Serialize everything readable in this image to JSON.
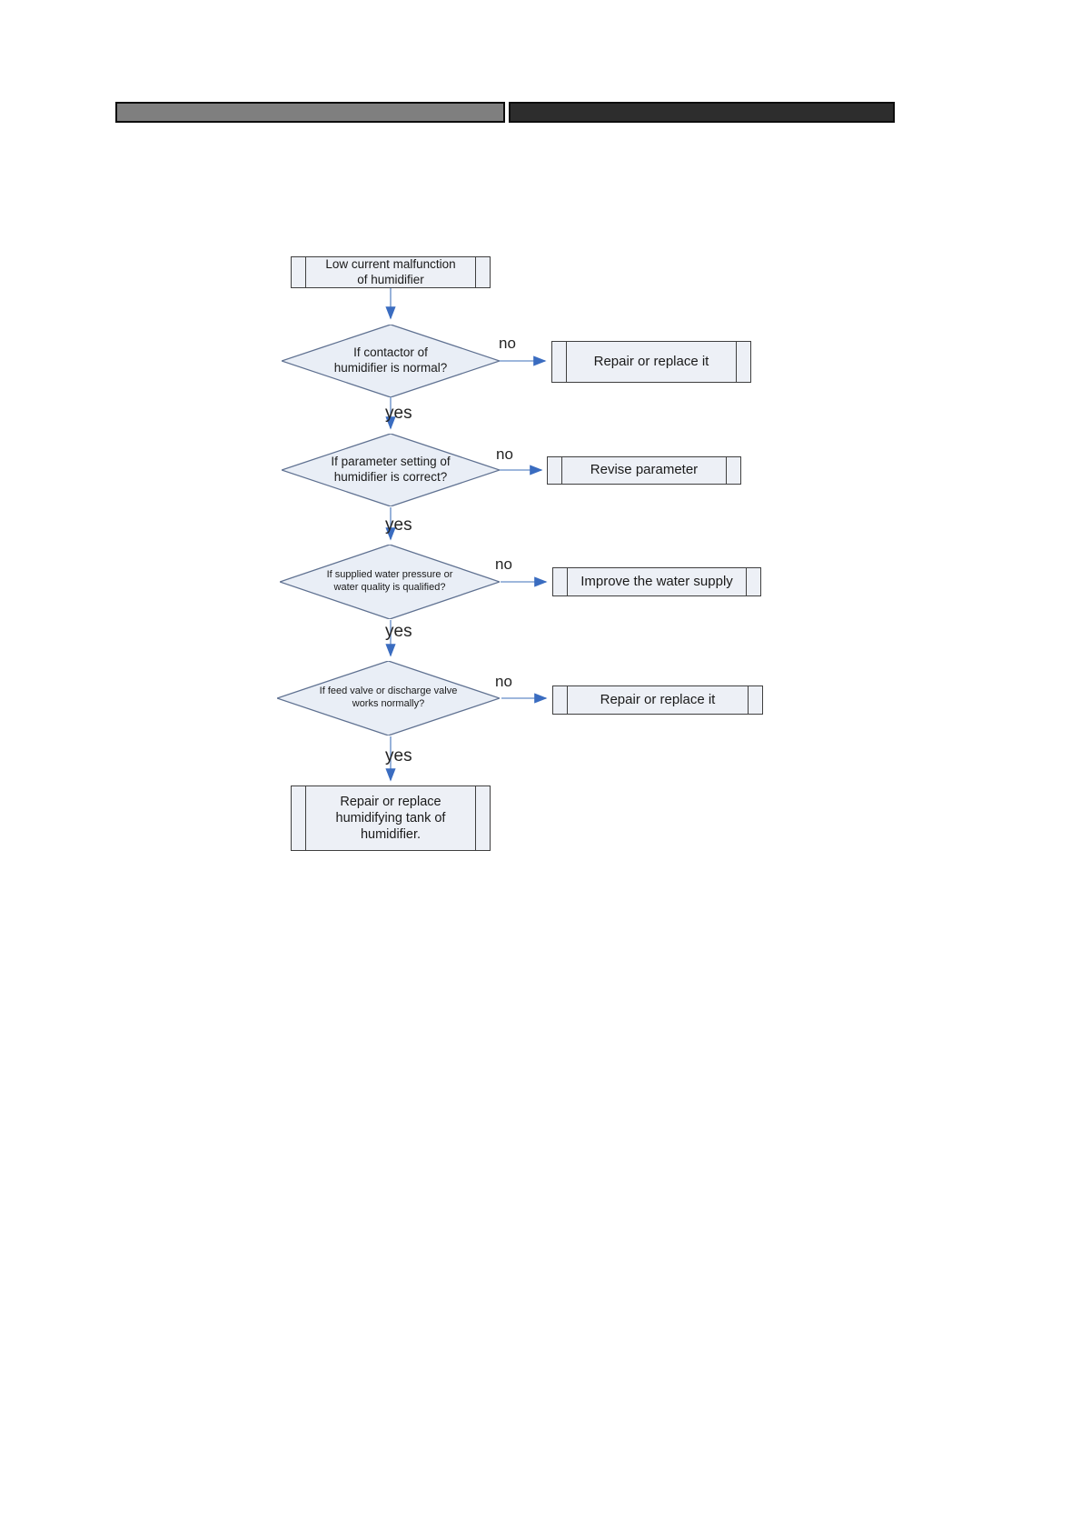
{
  "document": {
    "type": "troubleshooting-flowchart",
    "topic": "Low current malfunction of humidifier"
  },
  "header": {
    "left_bar_color": "#7f7f7f",
    "right_bar_color": "#2d2d2d"
  },
  "flowchart": {
    "start": "Low current malfunction\nof humidifier",
    "decisions": [
      {
        "question": "If contactor of\nhumidifier is normal?",
        "no": "no",
        "yes": "yes",
        "action": "Repair or replace it"
      },
      {
        "question": "If parameter setting of\nhumidifier is correct?",
        "no": "no",
        "yes": "yes",
        "action": "Revise parameter"
      },
      {
        "question": "If supplied water pressure or\nwater quality is qualified?",
        "no": "no",
        "yes": "yes",
        "action": "Improve the water supply"
      },
      {
        "question": "If feed valve or discharge valve\nworks normally?",
        "no": "no",
        "yes": "yes",
        "action": "Repair or replace it"
      }
    ],
    "end": "Repair or replace\nhumidifying tank of\nhumidifier."
  },
  "colors": {
    "arrow_line": "#7f9fd1",
    "arrow_head": "#3a6cc0",
    "shape_fill": "#e9eef6",
    "box_border": "#3f3f3f",
    "diamond_border": "#5f7191"
  }
}
